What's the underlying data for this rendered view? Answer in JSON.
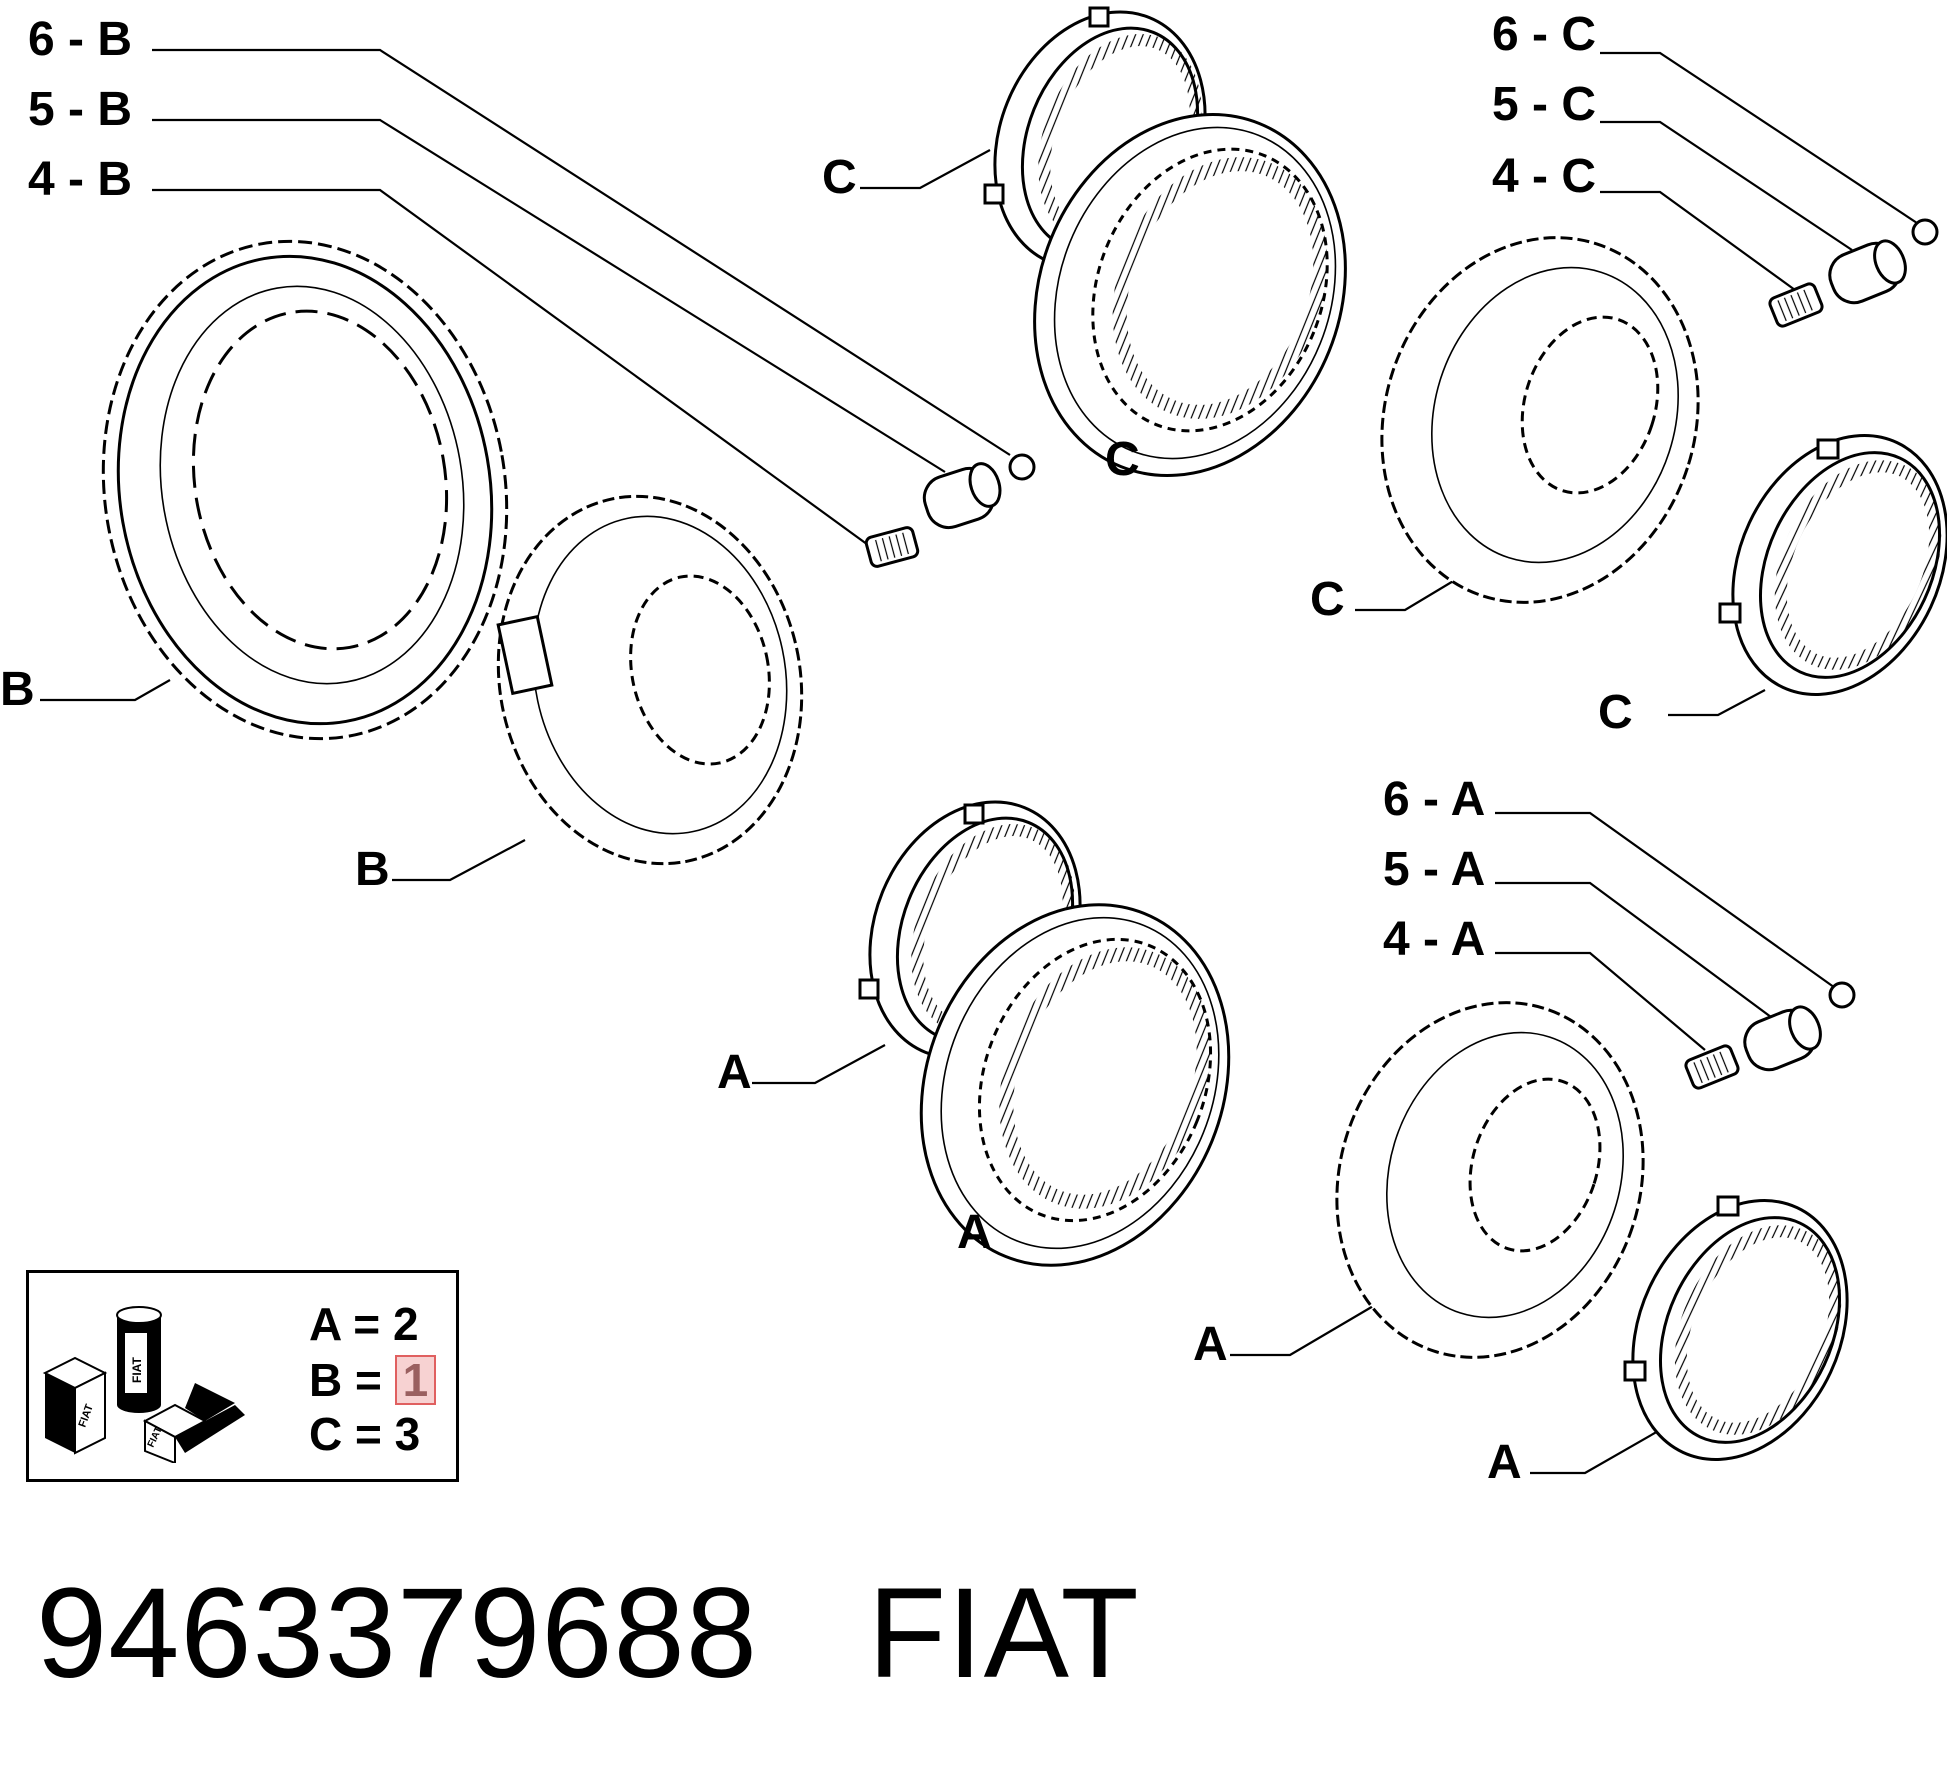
{
  "callouts": {
    "b6": "6 - B",
    "b5": "5 - B",
    "b4": "4 - B",
    "c6": "6 - C",
    "c5": "5 - C",
    "c4": "4 - C",
    "a6": "6 - A",
    "a5": "5 - A",
    "a4": "4 - A",
    "b": "B",
    "c": "C",
    "a": "A"
  },
  "legend": {
    "a": {
      "label": "A =",
      "qty": "2"
    },
    "b": {
      "label": "B =",
      "qty": "1"
    },
    "c": {
      "label": "C =",
      "qty": "3"
    },
    "kit_logo_text": "FIAT"
  },
  "footer": {
    "part_number": "9463379688",
    "brand": "FIAT"
  }
}
